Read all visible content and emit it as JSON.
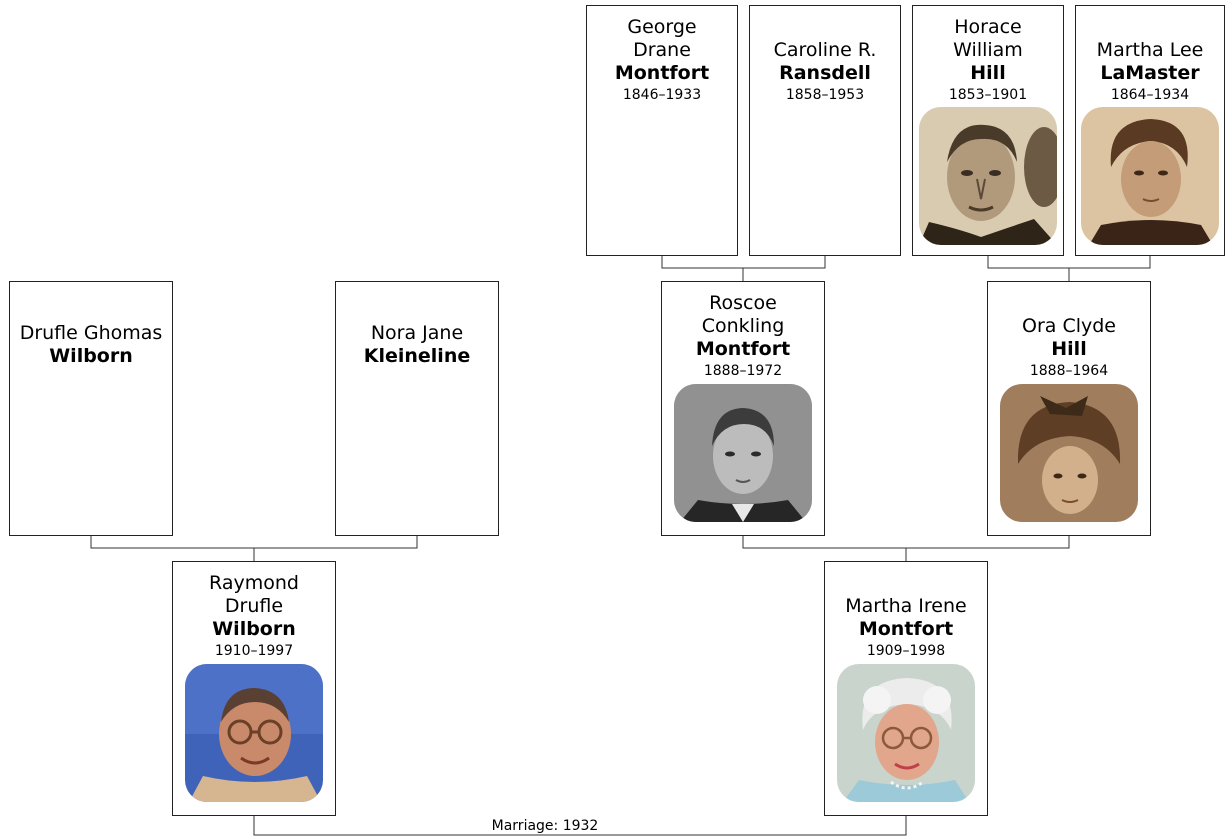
{
  "people": {
    "drufle_ghomas": {
      "given": "Drufle Ghomas",
      "surname": "Wilborn",
      "years": ""
    },
    "nora_jane": {
      "given": "Nora Jane",
      "surname": "Kleineline",
      "years": ""
    },
    "george_drane": {
      "given": "George Drane",
      "surname": "Montfort",
      "years": "1846–1933"
    },
    "caroline": {
      "given": "Caroline R.",
      "surname": "Ransdell",
      "years": "1858–1953"
    },
    "horace_william": {
      "given": "Horace William",
      "surname": "Hill",
      "years": "1853–1901"
    },
    "martha_lee": {
      "given": "Martha Lee",
      "surname": "LaMaster",
      "years": "1864–1934"
    },
    "roscoe_conkling": {
      "given": "Roscoe Conkling",
      "surname": "Montfort",
      "years": "1888–1972"
    },
    "ora_clyde": {
      "given": "Ora Clyde",
      "surname": "Hill",
      "years": "1888–1964"
    },
    "raymond_drufle": {
      "given": "Raymond Drufle",
      "surname": "Wilborn",
      "years": "1910–1997"
    },
    "martha_irene": {
      "given": "Martha Irene",
      "surname": "Montfort",
      "years": "1909–1998"
    }
  },
  "marriage": {
    "label": "Marriage: 1932"
  },
  "photos": {
    "horace_william": "portrait-photo-sepia",
    "martha_lee": "portrait-photo-sepia",
    "roscoe_conkling": "portrait-photo-grayscale",
    "ora_clyde": "portrait-photo-sepia",
    "raymond_drufle": "portrait-photo-color",
    "martha_irene": "portrait-photo-color"
  }
}
